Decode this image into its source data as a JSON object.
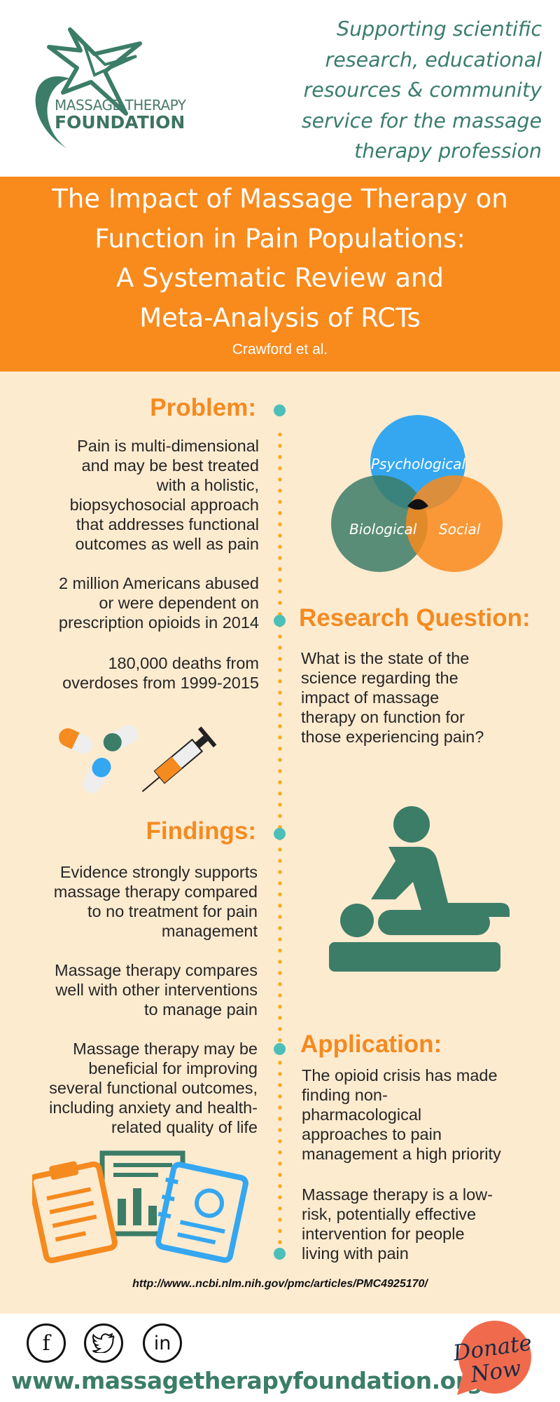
{
  "header": {
    "logo_line1": "MASSAGE THERAPY",
    "logo_line2": "FOUNDATION",
    "tagline": "Supporting scientific\nresearch,  educational\nresources & community\nservice for the massage\ntherapy profession"
  },
  "title": {
    "main": "The Impact of Massage Therapy on\nFunction in Pain Populations:\nA Systematic Review and\nMeta-Analysis of RCTs",
    "author": "Crawford et al."
  },
  "problem": {
    "heading": "Problem:",
    "p1": "Pain is multi-dimensional\nand may be best treated\nwith a holistic,\nbiopsychosocial approach\nthat addresses functional\noutcomes as well as pain",
    "p2": "2 million Americans abused\nor were dependent on\nprescription opioids in 2014",
    "p3": "180,000 deaths from\noverdoses from 1999-2015"
  },
  "venn": {
    "psychological": "Psychological",
    "biological": "Biological",
    "social": "Social"
  },
  "research": {
    "heading": "Research Question:",
    "text": "What is the state of the\nscience regarding the\nimpact of massage\ntherapy on function for\nthose experiencing pain?"
  },
  "findings": {
    "heading": "Findings:",
    "p1": "Evidence strongly supports\nmassage therapy compared\nto no treatment for pain\nmanagement",
    "p2": "Massage therapy compares\nwell with other interventions\nto manage pain",
    "p3": "Massage therapy may be\nbeneficial for improving\nseveral functional outcomes,\nincluding anxiety and health-\nrelated quality of life"
  },
  "application": {
    "heading": "Application:",
    "p1": "The opioid crisis has made\nfinding non-\npharmacological\napproaches to pain\nmanagement a high priority",
    "p2": "Massage therapy is a low-\nrisk, potentially effective\nintervention for people\nliving with pain"
  },
  "reference_url": "http://www..ncbi.nlm.nih.gov/pmc/articles/PMC4925170/",
  "footer": {
    "facebook": "f",
    "twitter_icon": "twitter-bird-icon",
    "linkedin": "in",
    "website": "www.massagetherapyfoundation.org",
    "donate": "Donate\nNow"
  },
  "colors": {
    "orange": "#f98a1c",
    "teal_green": "#3a7d6e",
    "dot_teal": "#4cbfb8",
    "background": "#fdebd0"
  }
}
